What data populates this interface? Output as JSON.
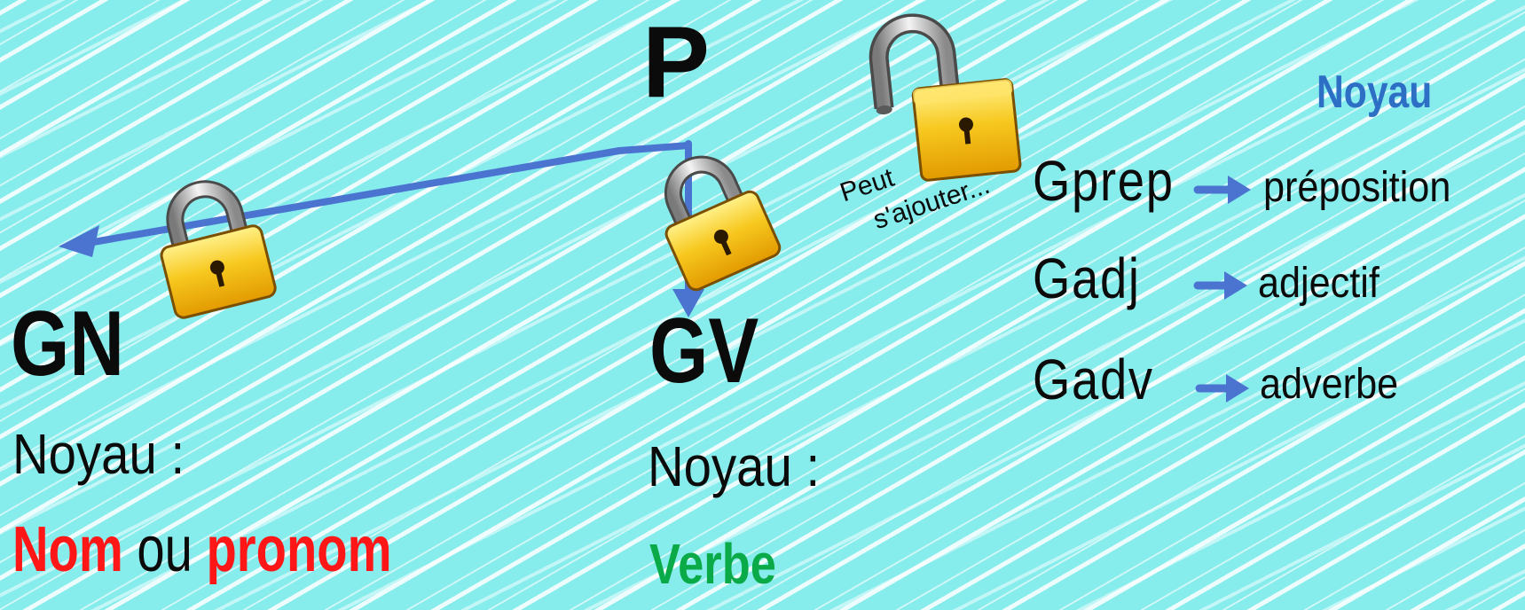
{
  "sentence_symbol": "P",
  "gn": {
    "title": "GN",
    "noyau_label": "Noyau :",
    "noyau_value_part1": "Nom",
    "connector": "ou",
    "noyau_value_part2": "pronom"
  },
  "gv": {
    "title": "GV",
    "noyau_label": "Noyau :",
    "noyau_value": "Verbe"
  },
  "optional": {
    "line1": "Peut",
    "line2": "s'ajouter..."
  },
  "noyau_header": "Noyau",
  "groups": [
    {
      "name": "Gprep",
      "core": "préposition"
    },
    {
      "name": "Gadj",
      "core": "adjectif"
    },
    {
      "name": "Gadv",
      "core": "adverbe"
    }
  ],
  "colors": {
    "background": "#86ecec",
    "arrow": "#4a74d0",
    "nom_pronom": "#ff1616",
    "verbe": "#0aaa48",
    "noyau_header": "#2e6fc6",
    "lock_body": "#f6c12a"
  },
  "icons": [
    "locked-padlock-icon",
    "locked-padlock-icon",
    "unlocked-padlock-icon"
  ]
}
